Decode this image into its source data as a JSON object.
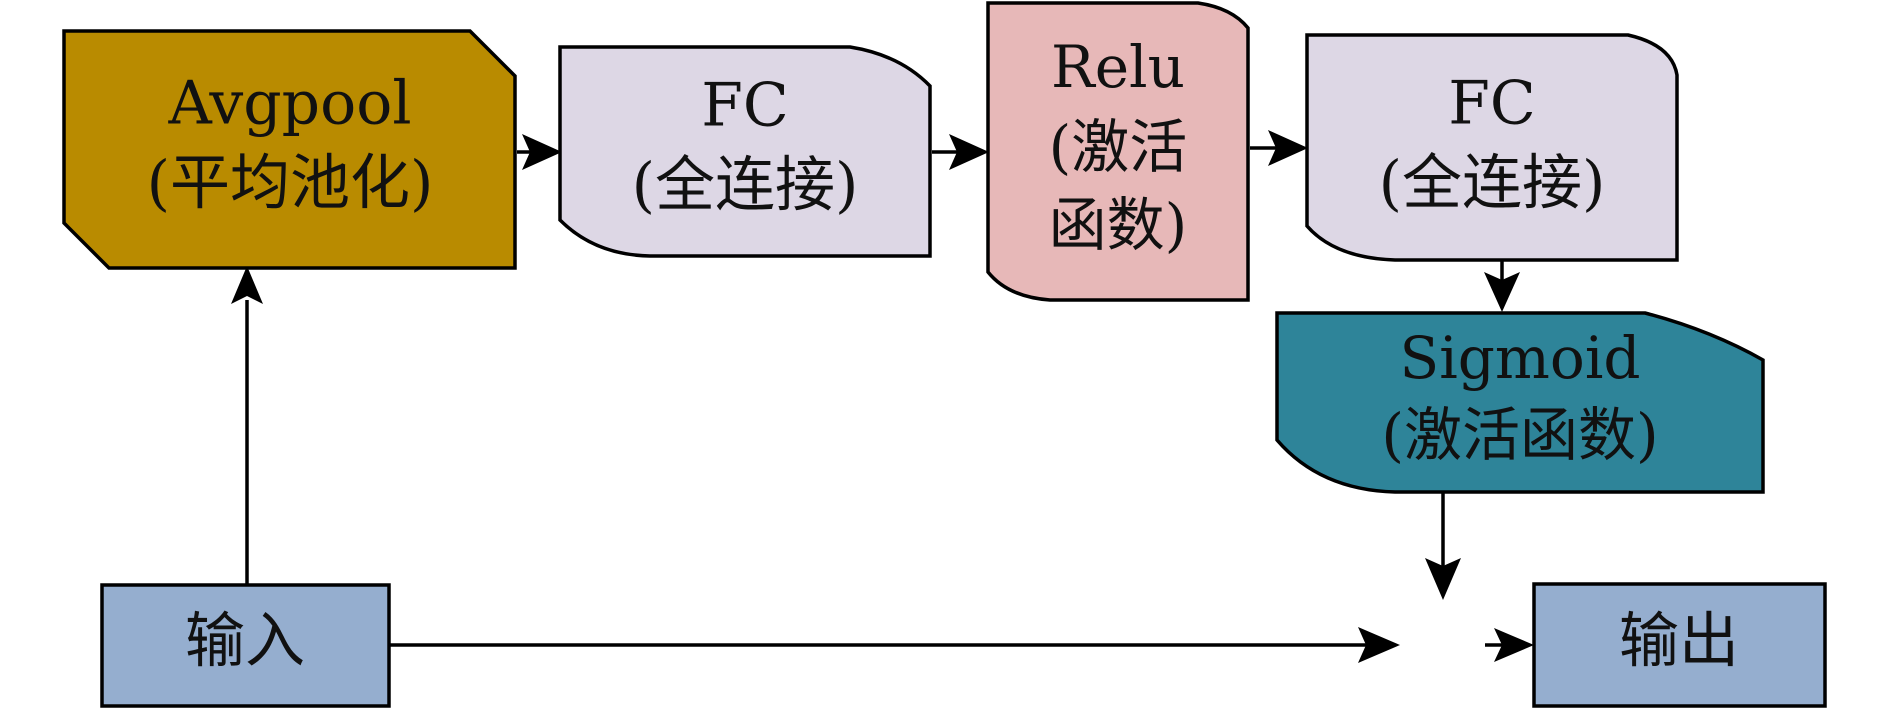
{
  "colors": {
    "avgpool": "#B98B00",
    "fc": "#DDD7E5",
    "relu": "#E7B8B8",
    "sigmoid": "#2E8499",
    "io": "#95AECF"
  },
  "nodes": {
    "avgpool": {
      "line1": "Avgpool",
      "line2": "(平均池化)"
    },
    "fc1": {
      "line1": "FC",
      "line2": "(全连接)"
    },
    "relu": {
      "line1": "Relu",
      "line2": "(激活",
      "line3": "函数)"
    },
    "fc2": {
      "line1": "FC",
      "line2": "(全连接)"
    },
    "sigmoid": {
      "line1": "Sigmoid",
      "line2": "(激活函数)"
    },
    "input": {
      "label": "输入"
    },
    "output": {
      "label": "输出"
    }
  }
}
